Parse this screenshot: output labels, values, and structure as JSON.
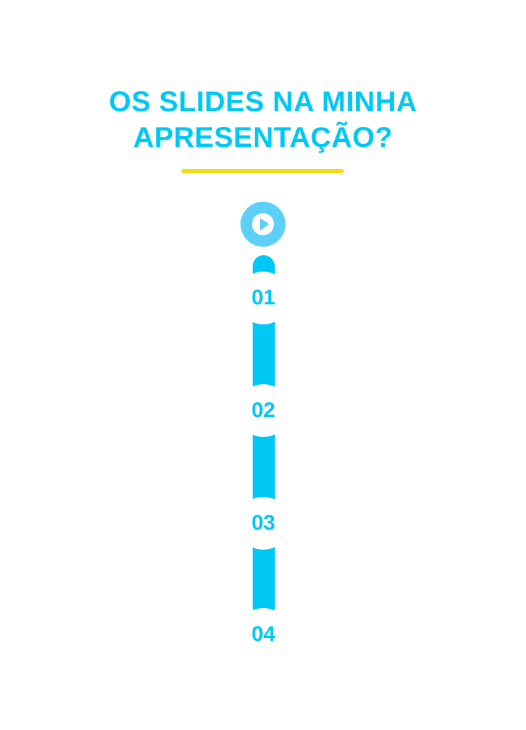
{
  "title": {
    "line1": "OS SLIDES NA MINHA",
    "line2": "APRESENTAÇÃO?"
  },
  "colors": {
    "accent": "#00c8f5",
    "play": "#5dd0f7",
    "underline": "#f3dc12",
    "background": "#ffffff"
  },
  "play_button": {
    "icon": "play-icon"
  },
  "steps": [
    {
      "number": "01"
    },
    {
      "number": "02"
    },
    {
      "number": "03"
    },
    {
      "number": "04"
    }
  ]
}
